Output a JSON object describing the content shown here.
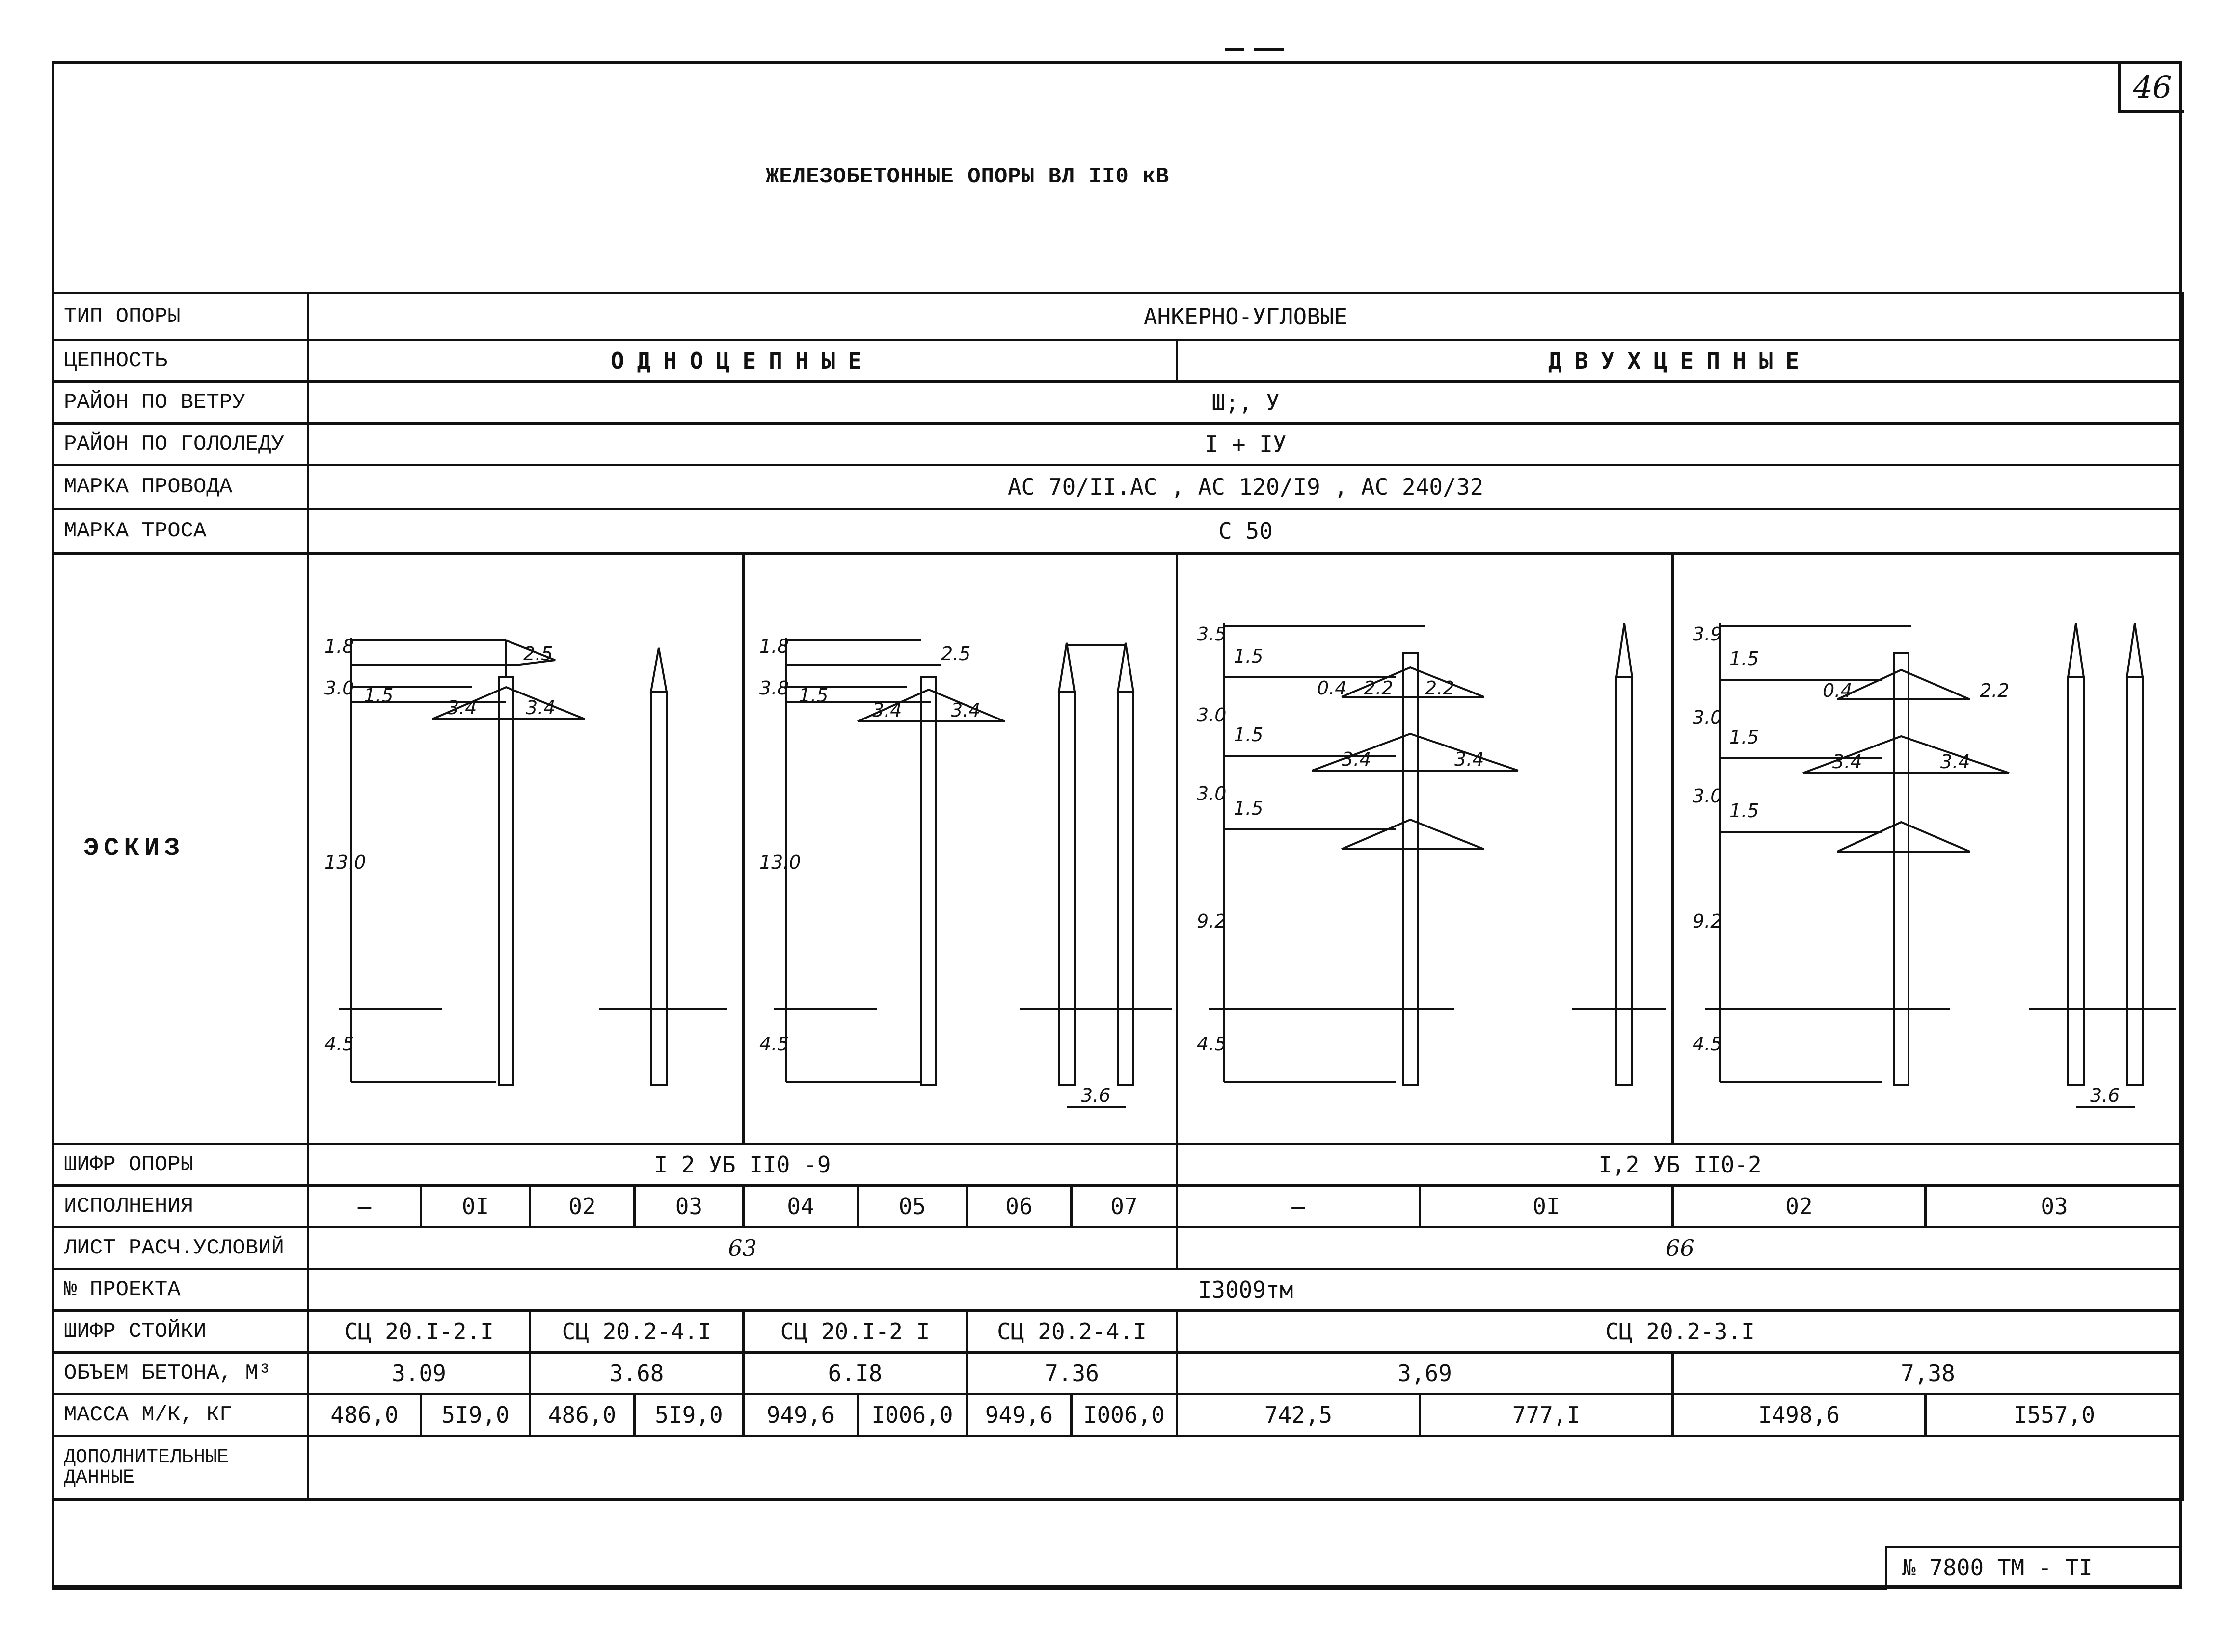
{
  "page_number": "46",
  "title": "ЖЕЛЕЗОБЕТОННЫЕ ОПОРЫ ВЛ II0 кВ",
  "rows": {
    "type": {
      "label": "ТИП ОПОРЫ",
      "value": "АНКЕРНО-УГЛОВЫЕ"
    },
    "circuit": {
      "label": "ЦЕПНОСТЬ",
      "single": "ОДНОЦЕПНЫЕ",
      "double": "ДВУХЦЕПНЫЕ"
    },
    "wind": {
      "label": "РАЙОН ПО ВЕТРУ",
      "value": "Ш;, У"
    },
    "ice": {
      "label": "РАЙОН ПО ГОЛОЛЕДУ",
      "value": "I + IУ"
    },
    "wire": {
      "label": "МАРКА ПРОВОДА",
      "value": "АС 70/II.АС , АС 120/I9 , АС 240/32"
    },
    "rope": {
      "label": "МАРКА ТРОСА",
      "value": "С 50"
    },
    "sketch": {
      "label": "ЭСКИЗ"
    },
    "code": {
      "label": "ШИФР ОПОРЫ",
      "single": "I 2 УБ II0 -9",
      "double": "I,2 УБ II0-2"
    },
    "execution": {
      "label": "ИСПОЛНЕНИЯ",
      "values": [
        "–",
        "0I",
        "02",
        "03",
        "04",
        "05",
        "06",
        "07",
        "–",
        "0I",
        "02",
        "03"
      ]
    },
    "calc_sheet": {
      "label": "ЛИСТ РАСЧ.УСЛОВИЙ",
      "single": "63",
      "double": "66"
    },
    "project": {
      "label": "№ ПРОЕКТА",
      "value": "I3009тм"
    },
    "post_code": {
      "label": "ШИФР СТОЙКИ",
      "values": [
        "СЦ 20.I-2.I",
        "СЦ 20.2-4.I",
        "СЦ 20.I-2 I",
        "СЦ 20.2-4.I",
        "СЦ 20.2-3.I"
      ]
    },
    "concrete": {
      "label": "ОБЪЕМ БЕТОНА, М³",
      "values": [
        "3.09",
        "3.68",
        "6.I8",
        "7.36",
        "3,69",
        "7,38"
      ]
    },
    "mass": {
      "label": "МАССА М/К, КГ",
      "values": [
        "486,0",
        "5I9,0",
        "486,0",
        "5I9,0",
        "949,6",
        "I006,0",
        "949,6",
        "I006,0",
        "742,5",
        "777,I",
        "I498,6",
        "I557,0"
      ]
    },
    "extra": {
      "label": "ДОПОЛНИТЕЛЬНЫЕ ДАННЫЕ",
      "value": ""
    }
  },
  "dims": {
    "s1": [
      "1.8",
      "3.0",
      "1.5",
      "2.5",
      "3.4",
      "3.4",
      "13.0",
      "4.5"
    ],
    "s2": [
      "1.8",
      "3.8",
      "1.5",
      "2.5",
      "3.4",
      "3.4",
      "13.0",
      "4.5",
      "3.6"
    ],
    "s3": [
      "3.5",
      "1.5",
      "3.0",
      "1.5",
      "3.0",
      "1.5",
      "9.2",
      "4.5",
      "0.4",
      "2.2",
      "2.2",
      "3.4",
      "3.4"
    ],
    "s4": [
      "3.9",
      "1.5",
      "3.0",
      "1.5",
      "3.0",
      "1.5",
      "9.2",
      "4.5",
      "0.4",
      "2.2",
      "3.4",
      "3.4",
      "3.6"
    ]
  },
  "stamp": "№ 7800 ТМ - ТI"
}
